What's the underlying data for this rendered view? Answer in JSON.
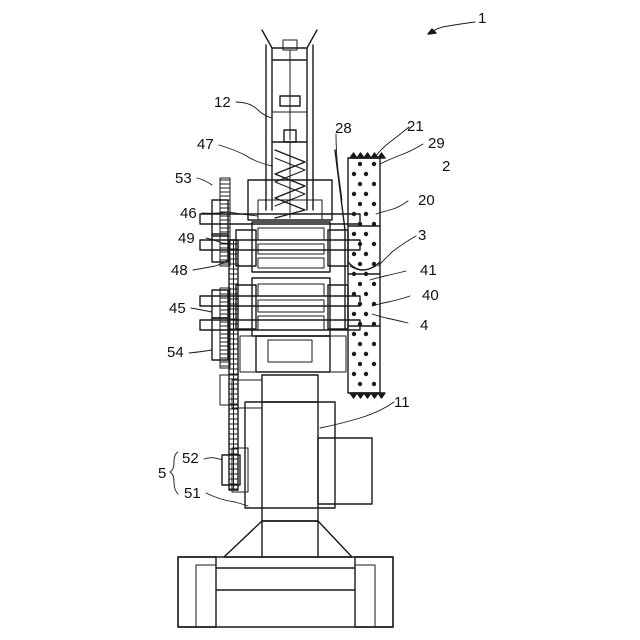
{
  "labels": {
    "l1": "1",
    "l2": "2",
    "l3": "3",
    "l4": "4",
    "l5": "5",
    "l11": "11",
    "l12": "12",
    "l20": "20",
    "l21": "21",
    "l28": "28",
    "l29": "29",
    "l40": "40",
    "l41": "41",
    "l45": "45",
    "l46": "46",
    "l47": "47",
    "l48": "48",
    "l49": "49",
    "l51": "51",
    "l52": "52",
    "l53": "53",
    "l54": "54"
  }
}
